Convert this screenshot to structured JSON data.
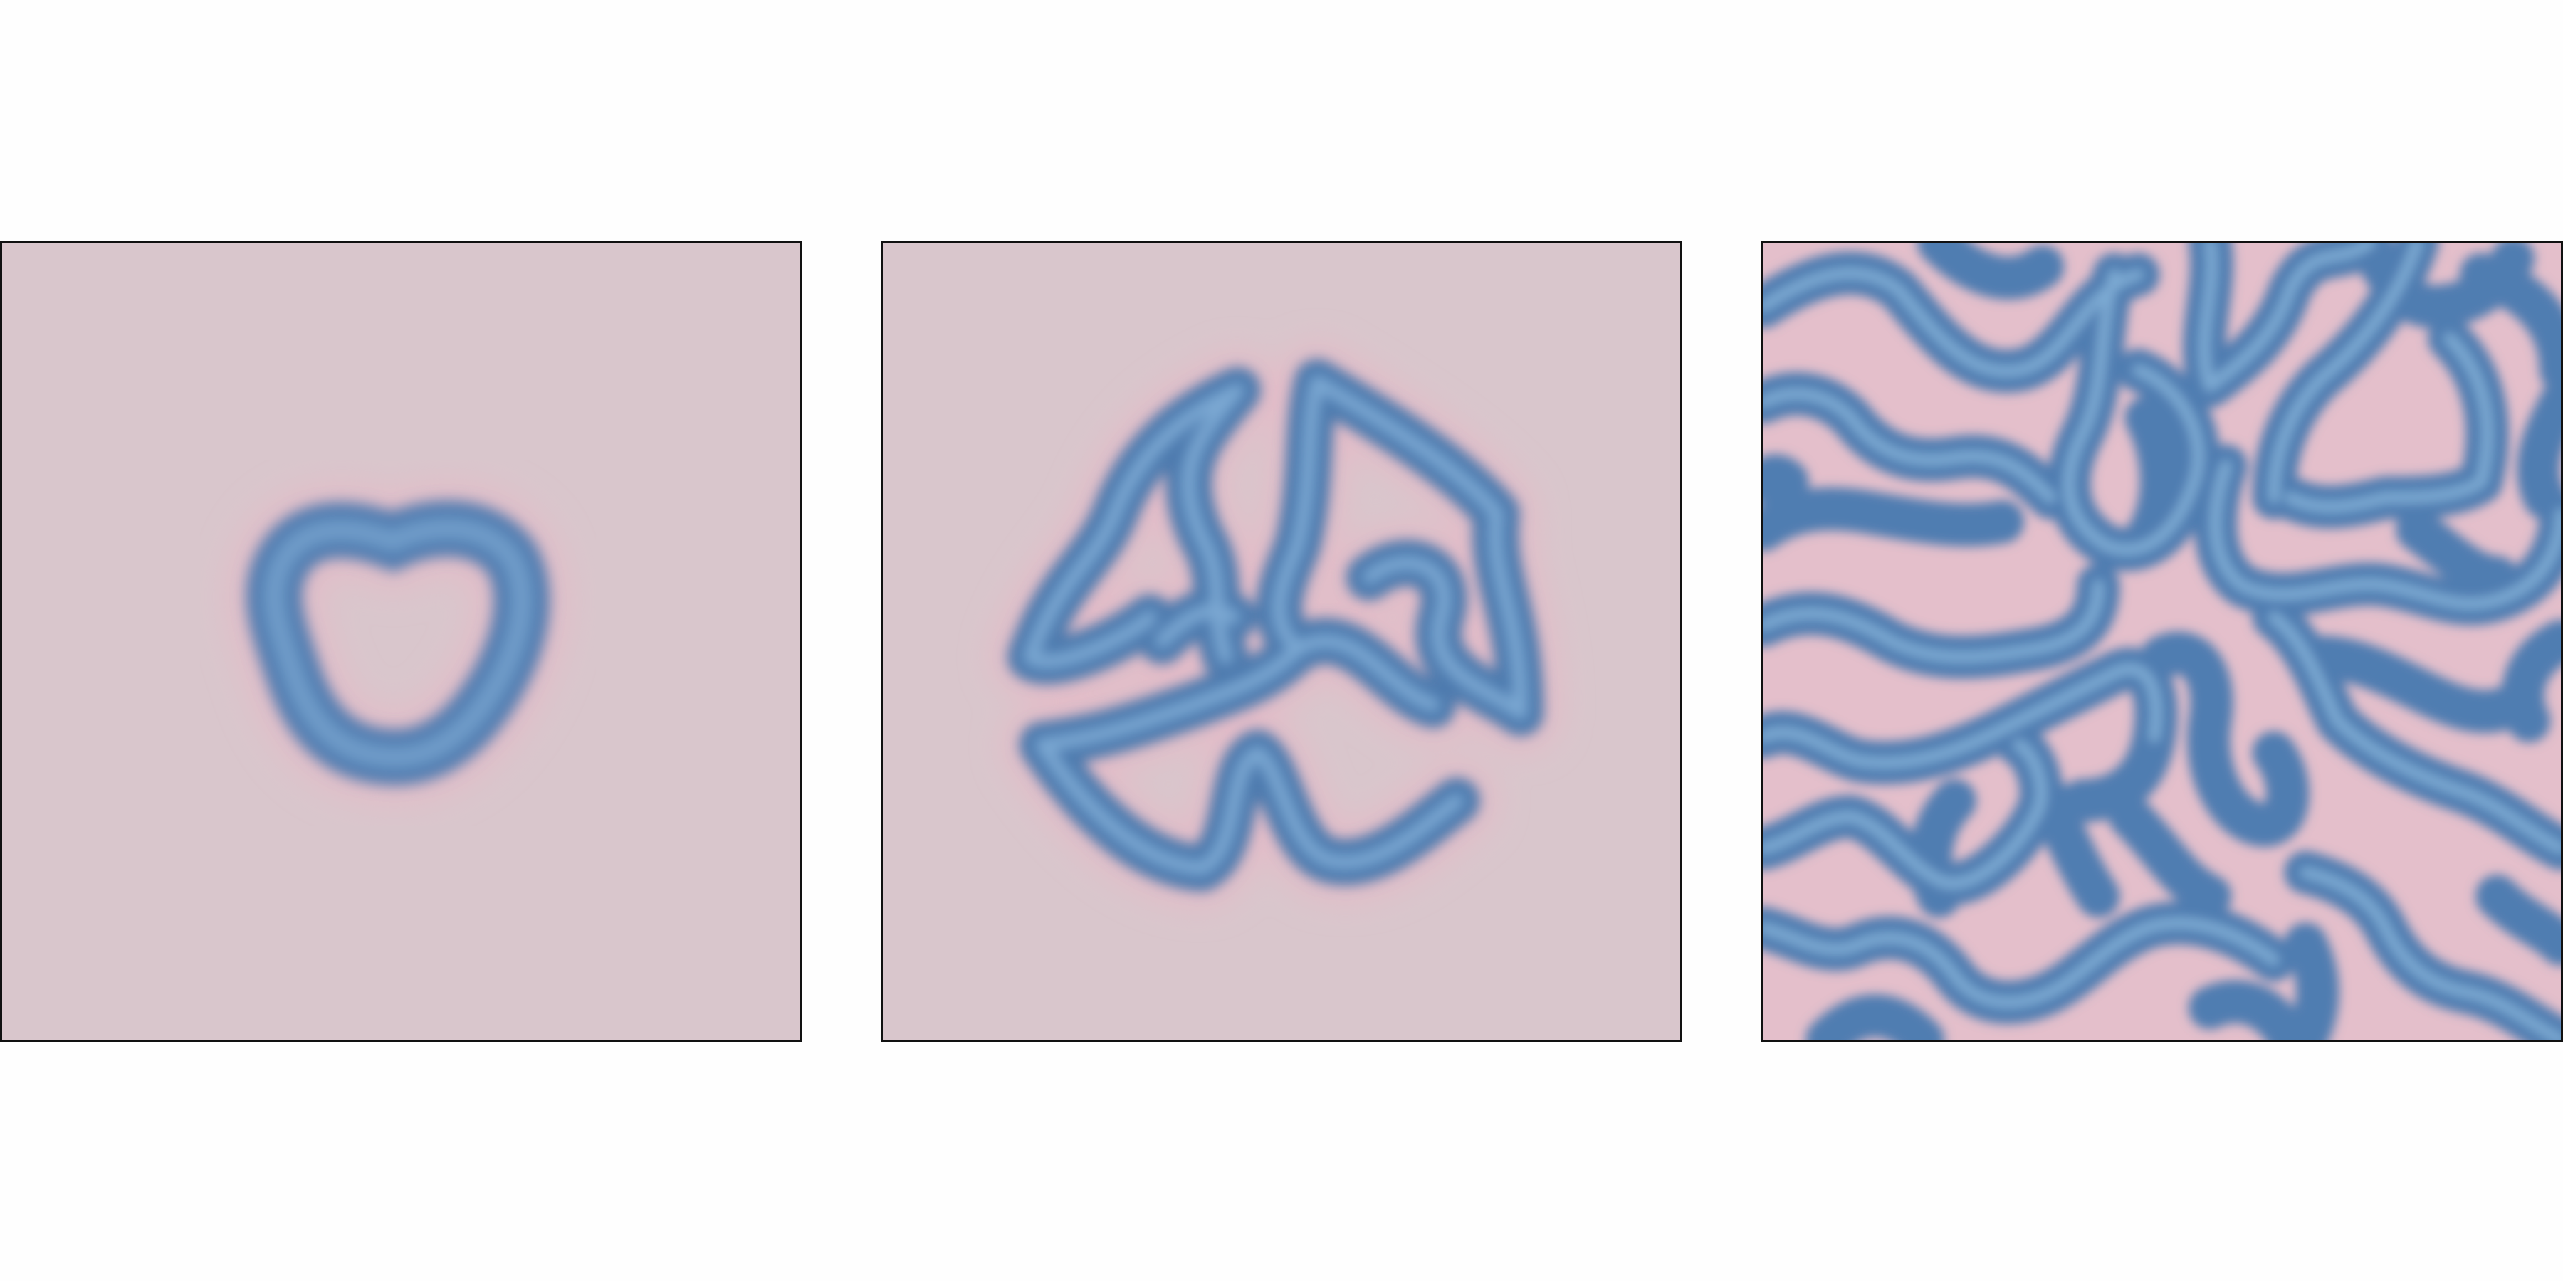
{
  "figure": {
    "panels": [
      {
        "id": "stage-1",
        "pattern": "single-ring-blob"
      },
      {
        "id": "stage-2",
        "pattern": "branching-labyrinth-cluster"
      },
      {
        "id": "stage-3",
        "pattern": "space-filling-labyrinth"
      }
    ]
  },
  "colors": {
    "background": "#d9c6cc",
    "background_pink": "#e6bfcb",
    "stripe": "#5f8cbd",
    "stripe_dark": "#4a73a6",
    "stripe_light": "#86b0d6",
    "border": "#111111",
    "page": "#fefefe"
  }
}
